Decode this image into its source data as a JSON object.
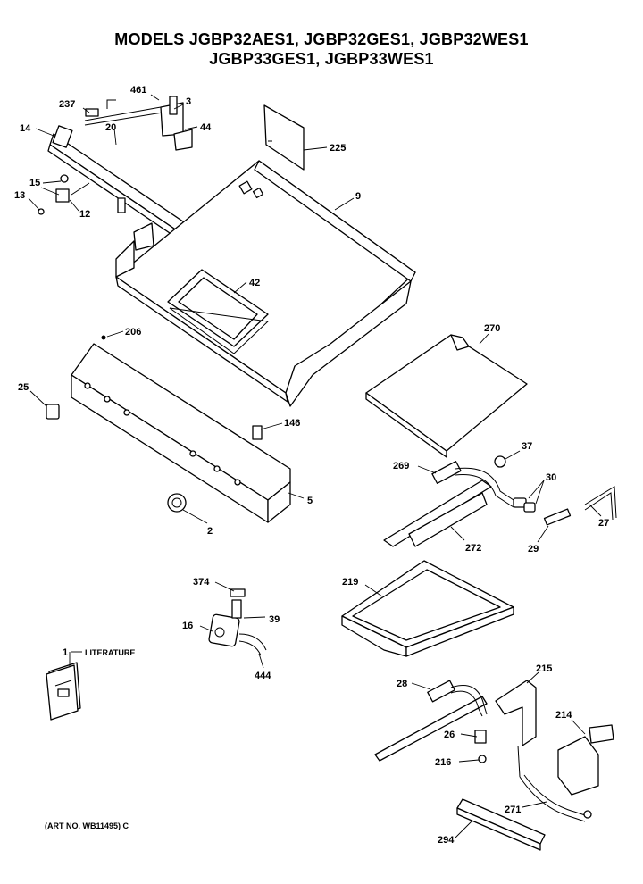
{
  "title_line1": "MODELS JGBP32AES1, JGBP32GES1, JGBP32WES1",
  "title_line2": "JGBP33GES1, JGBP33WES1",
  "art_number": "(ART NO. WB11495) C",
  "literature_label": "LITERATURE",
  "literature_number": "1",
  "parts": {
    "p2": "2",
    "p3": "3",
    "p5": "5",
    "p9": "9",
    "p12": "12",
    "p13": "13",
    "p14": "14",
    "p15": "15",
    "p16": "16",
    "p20": "20",
    "p25": "25",
    "p26": "26",
    "p27": "27",
    "p28": "28",
    "p29": "29",
    "p30": "30",
    "p37": "37",
    "p39": "39",
    "p42": "42",
    "p44": "44",
    "p146": "146",
    "p206": "206",
    "p214": "214",
    "p215": "215",
    "p216": "216",
    "p219": "219",
    "p225": "225",
    "p237": "237",
    "p269": "269",
    "p270": "270",
    "p271": "271",
    "p272": "272",
    "p294": "294",
    "p374": "374",
    "p444": "444",
    "p461": "461"
  }
}
